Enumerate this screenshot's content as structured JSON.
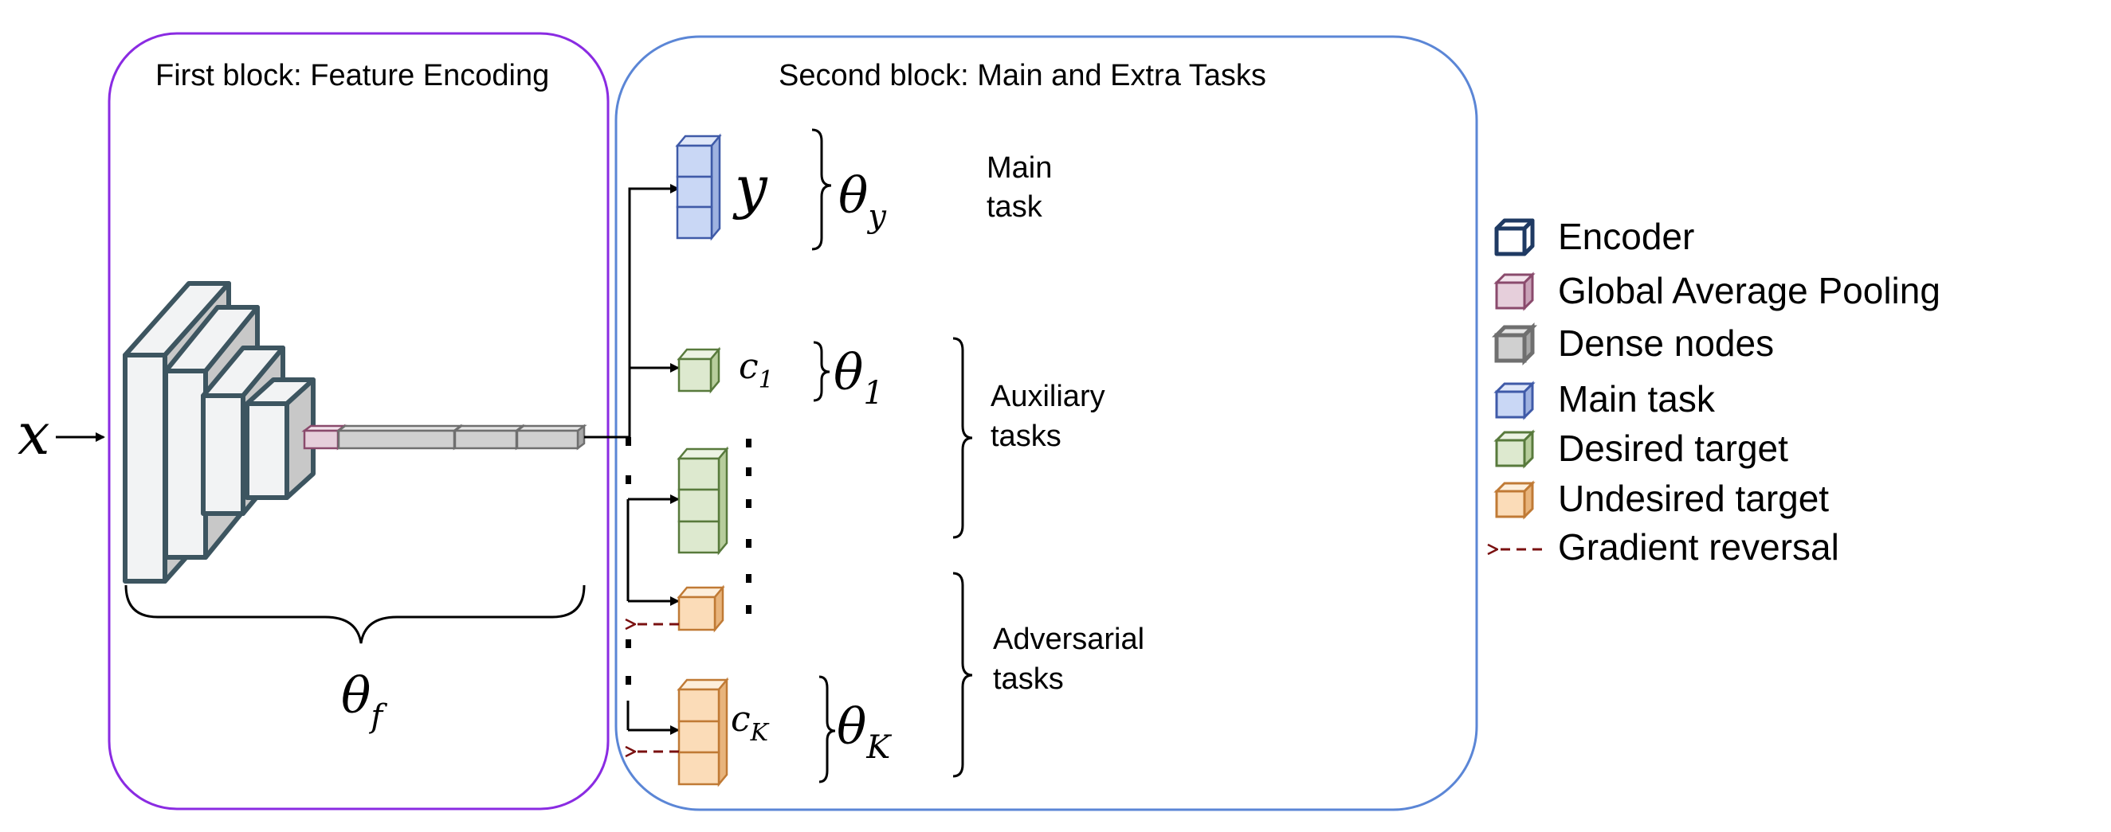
{
  "blocks": {
    "first_title": "First block: Feature Encoding",
    "second_title": "Second block: Main and Extra Tasks"
  },
  "math": {
    "input": "x",
    "main_output": "y",
    "theta_y": {
      "base": "θ",
      "sub": "y"
    },
    "theta_1": {
      "base": "θ",
      "sub": "1"
    },
    "theta_K": {
      "base": "θ",
      "sub": "K"
    },
    "theta_f": {
      "base": "θ",
      "sub": "f"
    },
    "c1": {
      "base": "c",
      "sub": "1"
    },
    "cK": {
      "base": "c",
      "sub": "K"
    }
  },
  "task_labels": {
    "main": [
      "Main",
      "task"
    ],
    "auxiliary": [
      "Auxiliary",
      "tasks"
    ],
    "adversarial": [
      "Adversarial",
      "tasks"
    ]
  },
  "legend": {
    "encoder": "Encoder",
    "gap": "Global Average Pooling",
    "dense": "Dense nodes",
    "main": "Main task",
    "desired": "Desired target",
    "undesired": "Undesired target",
    "reversal": "Gradient reversal"
  },
  "colors": {
    "first_block_border": "#8a2be2",
    "second_block_border": "#5b86d6",
    "encoder_face": "#f2f3f4",
    "encoder_stroke": "#3d5560",
    "gap_face": "#e6cfdb",
    "gap_stroke": "#8a4a6c",
    "dense_face": "#d0d0d0",
    "dense_stroke": "#6f6f6f",
    "main_face": "#c9d7f5",
    "main_stroke": "#3f5aa8",
    "desired_face": "#dde9cf",
    "desired_stroke": "#587a3c",
    "undesired_face": "#fbdcb8",
    "undesired_stroke": "#c07a35",
    "reversal": "#7a1010"
  }
}
